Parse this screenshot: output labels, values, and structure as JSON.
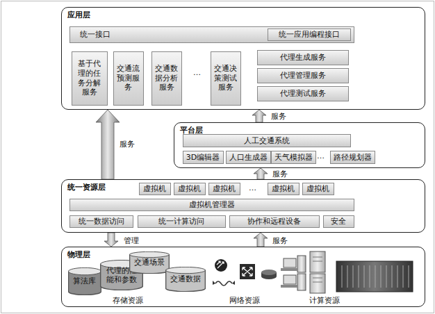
{
  "diagram": {
    "nodes": [
      {
        "text": [
          "应用层"
        ]
      },
      {
        "text": [
          "统一接口"
        ],
        "in": 0
      },
      {
        "text": [
          "统一应用编程接口"
        ],
        "in": 1
      },
      {
        "text": [
          "基于代理的任务分解服务"
        ],
        "in": 0
      },
      {
        "text": [
          "交通流预测服务"
        ],
        "in": 0
      },
      {
        "text": [
          "交通数据分析服务"
        ],
        "in": 0
      },
      {
        "text": [
          "交通决策测试服务"
        ],
        "in": 0
      },
      {
        "text": [
          "代理生成服务"
        ],
        "in": 0
      },
      {
        "text": [
          "代理管理服务"
        ],
        "in": 0
      },
      {
        "text": [
          "代理测试服务"
        ],
        "in": 0
      },
      {
        "text": [
          "平台层"
        ]
      },
      {
        "text": [
          "人工交通系统"
        ],
        "in": 10
      },
      {
        "text": [
          "3D编辑器"
        ],
        "in": 10
      },
      {
        "text": [
          "人口生成器"
        ],
        "in": 10
      },
      {
        "text": [
          "天气模拟器"
        ],
        "in": 10
      },
      {
        "text": [
          "路径规划器"
        ],
        "in": 10
      },
      {
        "text": [
          "统一资源层"
        ]
      },
      {
        "text": [
          "虚拟机"
        ],
        "in": 16
      },
      {
        "text": [
          "虚拟机"
        ],
        "in": 16
      },
      {
        "text": [
          "虚拟机"
        ],
        "in": 16
      },
      {
        "text": [
          "虚拟机"
        ],
        "in": 16
      },
      {
        "text": [
          "虚拟机"
        ],
        "in": 16
      },
      {
        "text": [
          "虚拟机管理器"
        ],
        "in": 16
      },
      {
        "text": [
          "统一数据访问"
        ],
        "in": 16
      },
      {
        "text": [
          "统一计算访问"
        ],
        "in": 16
      },
      {
        "text": [
          "协作和远程设备"
        ],
        "in": 16
      },
      {
        "text": [
          "安全"
        ],
        "in": 16
      },
      {
        "text": [
          "物理层"
        ]
      },
      {
        "text": [
          "算法库"
        ],
        "in": 27
      },
      {
        "text": [
          "代理的性能和参数"
        ],
        "in": 27
      },
      {
        "text": [
          "交通场景"
        ],
        "in": 27
      },
      {
        "text": [
          "交通数据"
        ],
        "in": 27
      }
    ],
    "edges": [
      {
        "from": 10,
        "to": 0,
        "label": "服务",
        "arrow": "to"
      },
      {
        "from": 16,
        "to": 0,
        "label": "服务",
        "arrow": "to"
      },
      {
        "from": 16,
        "to": 10,
        "label": "服务",
        "arrow": "to"
      },
      {
        "from": 16,
        "to": 27,
        "label": "管理",
        "arrow": "to"
      },
      {
        "from": 27,
        "to": 16,
        "label": "服务",
        "arrow": "to"
      }
    ],
    "labels": [
      "…",
      "…",
      "…",
      "存储资源",
      "网络资源",
      "计算资源"
    ]
  }
}
